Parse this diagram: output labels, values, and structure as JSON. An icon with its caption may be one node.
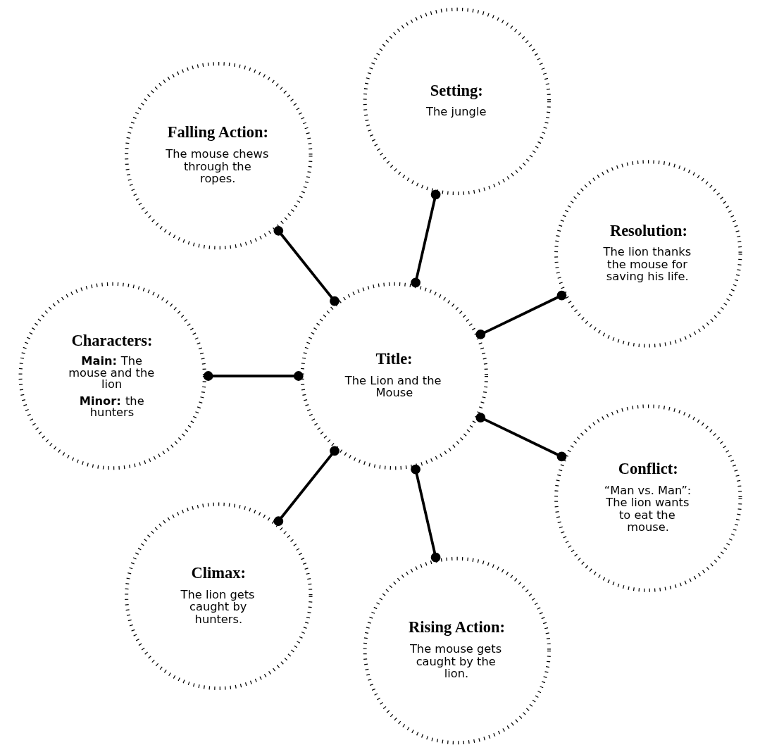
{
  "diagram": {
    "nodes": [
      {
        "text": [
          "Resolution:",
          "The lion thanks the mouse for saving his life."
        ]
      },
      {
        "text": [
          "Setting:",
          "The jungle"
        ]
      },
      {
        "text": [
          "Falling Action:",
          "The mouse chews through the ropes."
        ]
      },
      {
        "text": [
          "Title:",
          "The Lion and the Mouse"
        ]
      },
      {
        "text": [
          "Characters:",
          "**Main:** The mouse and the lion",
          "**Minor:** the hunters"
        ]
      },
      {
        "text": [
          "Climax:",
          "The lion gets caught by hunters."
        ]
      },
      {
        "text": [
          "Rising Action:",
          "The mouse gets caught by the lion."
        ]
      },
      {
        "text": [
          "Conflict:",
          "“Man vs. Man”: The lion wants to eat the mouse."
        ]
      }
    ],
    "edges": [
      {
        "from": 3,
        "to": 0,
        "arrow": "other"
      },
      {
        "from": 3,
        "to": 1,
        "arrow": "other"
      },
      {
        "from": 3,
        "to": 2,
        "arrow": "other"
      },
      {
        "from": 3,
        "to": 4,
        "arrow": "other"
      },
      {
        "from": 3,
        "to": 5,
        "arrow": "other"
      },
      {
        "from": 3,
        "to": 6,
        "arrow": "other"
      },
      {
        "from": 3,
        "to": 7,
        "arrow": "other"
      }
    ]
  }
}
